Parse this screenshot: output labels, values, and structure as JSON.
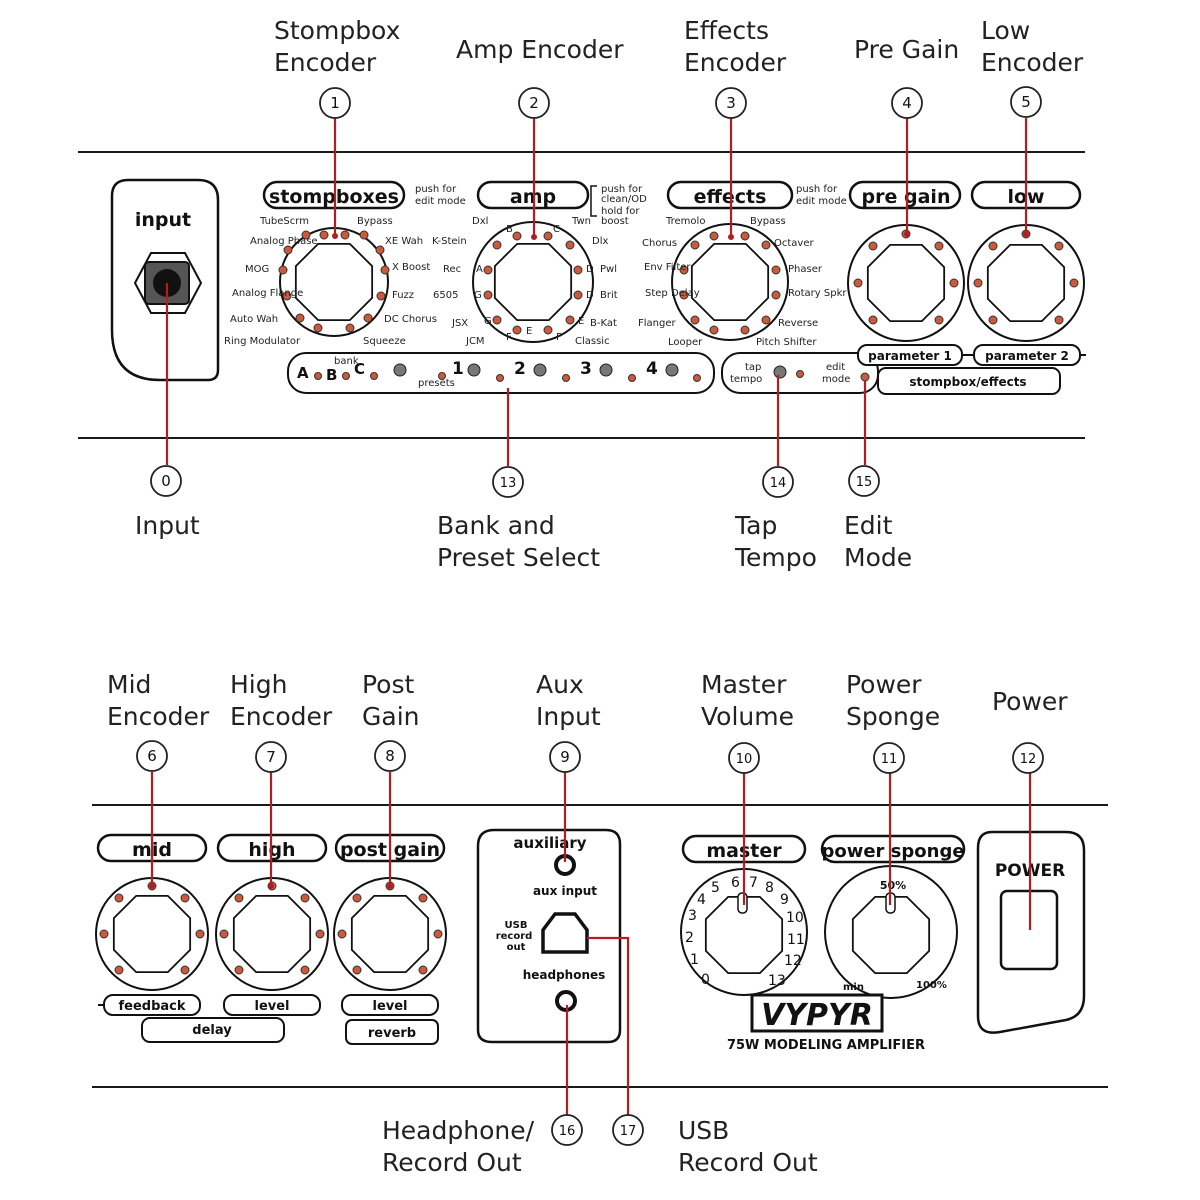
{
  "callouts": {
    "c0": {
      "num": "0",
      "label_lines": [
        "Input"
      ]
    },
    "c1": {
      "num": "1",
      "label_lines": [
        "Stompbox",
        "Encoder"
      ]
    },
    "c2": {
      "num": "2",
      "label_lines": [
        "Amp Encoder"
      ]
    },
    "c3": {
      "num": "3",
      "label_lines": [
        "Effects",
        "Encoder"
      ]
    },
    "c4": {
      "num": "4",
      "label_lines": [
        "Pre Gain"
      ]
    },
    "c5": {
      "num": "5",
      "label_lines": [
        "Low",
        "Encoder"
      ]
    },
    "c6": {
      "num": "6",
      "label_lines": [
        "Mid",
        "Encoder"
      ]
    },
    "c7": {
      "num": "7",
      "label_lines": [
        "High",
        "Encoder"
      ]
    },
    "c8": {
      "num": "8",
      "label_lines": [
        "Post",
        "Gain"
      ]
    },
    "c9": {
      "num": "9",
      "label_lines": [
        "Aux",
        "Input"
      ]
    },
    "c10": {
      "num": "10",
      "label_lines": [
        "Master",
        "Volume"
      ]
    },
    "c11": {
      "num": "11",
      "label_lines": [
        "Power",
        "Sponge"
      ]
    },
    "c12": {
      "num": "12",
      "label_lines": [
        "Power"
      ]
    },
    "c13": {
      "num": "13",
      "label_lines": [
        "Bank and",
        "Preset Select"
      ]
    },
    "c14": {
      "num": "14",
      "label_lines": [
        "Tap",
        "Tempo"
      ]
    },
    "c15": {
      "num": "15",
      "label_lines": [
        "Edit",
        "Mode"
      ]
    },
    "c16": {
      "num": "16",
      "label_lines": [
        "Headphone/",
        "Record Out"
      ]
    },
    "c17": {
      "num": "17",
      "label_lines": [
        "USB",
        "Record Out"
      ]
    }
  },
  "panel": {
    "input": "input",
    "stompboxes": "stompboxes",
    "amp": "amp",
    "effects": "effects",
    "pre_gain": "pre gain",
    "low": "low",
    "mid": "mid",
    "high": "high",
    "post_gain": "post gain",
    "auxiliary": "auxiliary",
    "aux_input": "aux input",
    "usb_record_out": [
      "USB",
      "record",
      "out"
    ],
    "headphones": "headphones",
    "master": "master",
    "power_sponge": "power sponge",
    "power": "POWER",
    "push_for_edit_mode": [
      "push for",
      "edit mode"
    ],
    "push_amp": [
      "push for",
      "clean/OD",
      "hold for",
      "boost"
    ],
    "bank": "bank",
    "presets": "presets",
    "tap_tempo": [
      "tap",
      "tempo"
    ],
    "edit_mode": [
      "edit",
      "mode"
    ],
    "parameter1": "parameter 1",
    "parameter2": "parameter 2",
    "stompbox_effects": "stompbox/effects",
    "feedback": "feedback",
    "delay": "delay",
    "level1": "level",
    "level2": "level",
    "reverb": "reverb",
    "bank_letters": [
      "A",
      "B",
      "C"
    ],
    "preset_numbers": [
      "1",
      "2",
      "3",
      "4"
    ],
    "stomp_models": [
      "TubeScrm",
      "Bypass",
      "Analog Phase",
      "XE Wah",
      "MOG",
      "X Boost",
      "Analog Flange",
      "Fuzz",
      "Auto Wah",
      "DC Chorus",
      "Ring Modulator",
      "Squeeze"
    ],
    "amp_models": [
      "Dxl",
      "Twn",
      "K-Stein",
      "Dlx",
      "Rec",
      "Pwl",
      "6505",
      "Brit",
      "JSX",
      "B-Kat",
      "JCM",
      "Classic"
    ],
    "amp_letters": [
      "B",
      "C",
      "A",
      "D",
      "G",
      "D",
      "G",
      "F",
      "E",
      "F",
      "E"
    ],
    "effects_models": [
      "Tremolo",
      "Bypass",
      "Chorus",
      "Octaver",
      "Env Filter",
      "Phaser",
      "Step Delay",
      "Rotary Spkr",
      "Flanger",
      "Reverse",
      "Looper",
      "Pitch Shifter"
    ],
    "master_scale": [
      "0",
      "1",
      "2",
      "3",
      "4",
      "5",
      "6",
      "7",
      "8",
      "9",
      "10",
      "11",
      "12",
      "13"
    ],
    "sponge_50": "50%",
    "sponge_min": "min",
    "sponge_100": "100%",
    "logo": "VYPYR",
    "model_text": "75W MODELING AMPLIFIER"
  },
  "colors": {
    "accent": "#b01e24",
    "led": "#cc5a3a",
    "line": "#1a1a1a"
  }
}
